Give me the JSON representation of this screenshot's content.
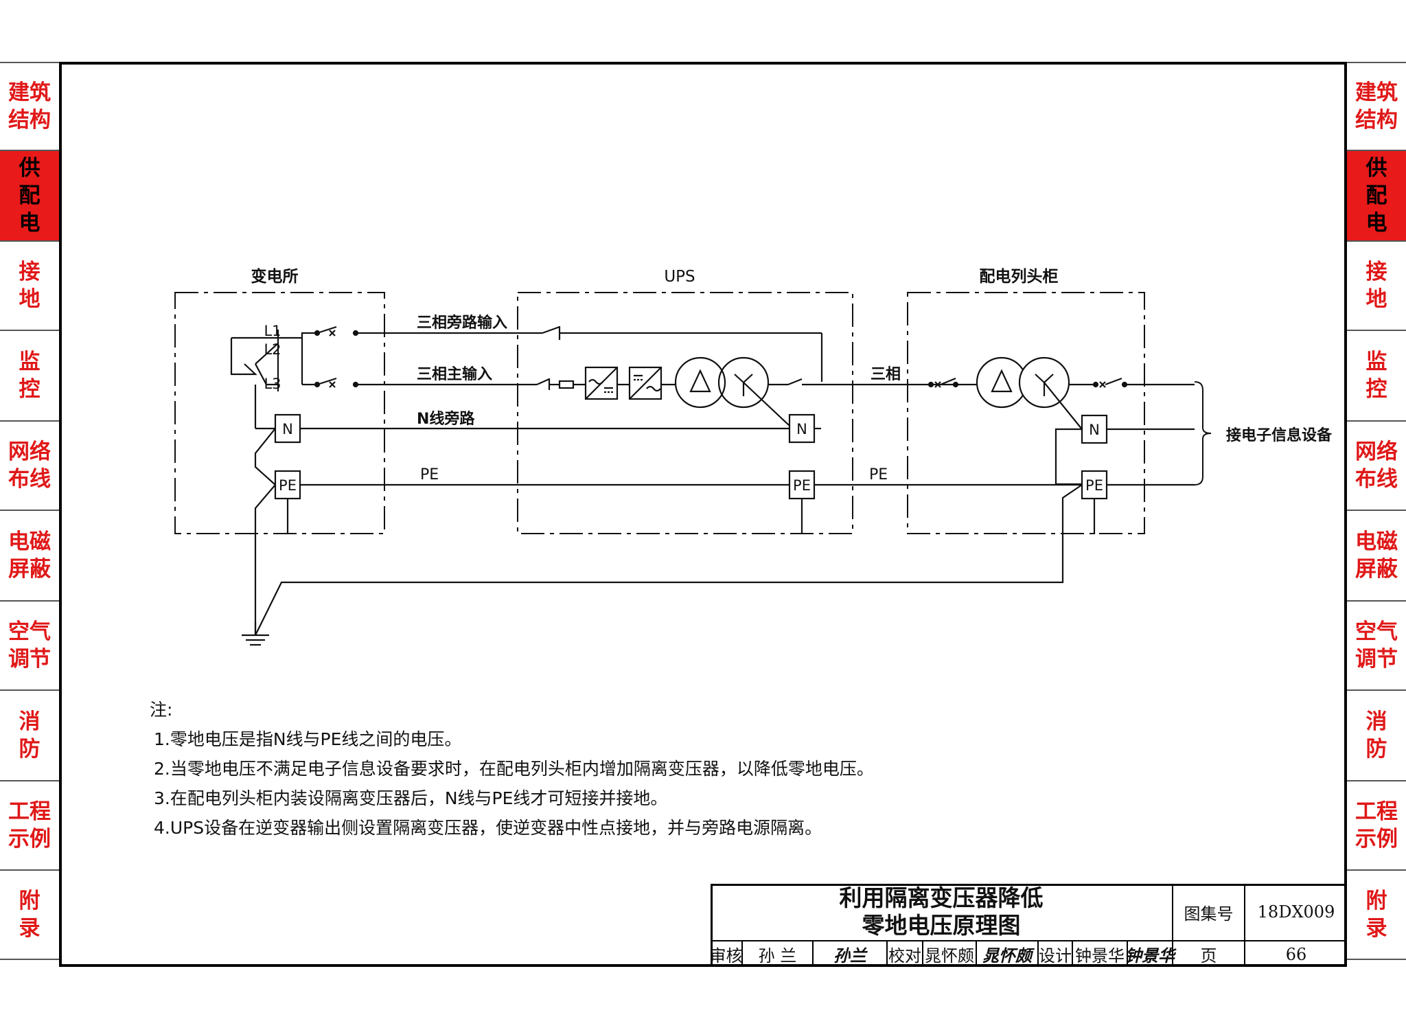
{
  "side_tabs": [
    {
      "label": "建筑\n结构",
      "active": false
    },
    {
      "label": "供\n配\n电",
      "active": true
    },
    {
      "label": "接\n地",
      "active": false
    },
    {
      "label": "监\n控",
      "active": false
    },
    {
      "label": "网络\n布线",
      "active": false
    },
    {
      "label": "电磁\n屏蔽",
      "active": false
    },
    {
      "label": "空气\n调节",
      "active": false
    },
    {
      "label": "消\n防",
      "active": false
    },
    {
      "label": "工程\n示例",
      "active": false
    },
    {
      "label": "附\n录",
      "active": false
    }
  ],
  "diagram": {
    "box_substation": "变电所",
    "box_ups": "UPS",
    "box_cabinet": "配电列头柜",
    "phase_l1": "L1",
    "phase_l2": "L2",
    "phase_l3": "L3",
    "line_bypass": "三相旁路输入",
    "line_main": "三相主输入",
    "line_n_bypass": "N线旁路",
    "line_pe": "PE",
    "line_three_phase": "三相",
    "line_pe2": "PE",
    "terminal_n": "N",
    "terminal_pe": "PE",
    "output_label": "接电子信息设备"
  },
  "notes": {
    "title": "注:",
    "items": [
      "1.零地电压是指N线与PE线之间的电压。",
      "2.当零地电压不满足电子信息设备要求时，在配电列头柜内增加隔离变压器，以降低零地电压。",
      "3.在配电列头柜内装设隔离变压器后，N线与PE线才可短接并接地。",
      "4.UPS设备在逆变器输出侧设置隔离变压器，使逆变器中性点接地，并与旁路电源隔离。"
    ]
  },
  "title_block": {
    "title_line1": "利用隔离变压器降低",
    "title_line2": "零地电压原理图",
    "atlas_label": "图集号",
    "atlas_no": "18DX009",
    "review_label": "审核",
    "reviewer": "孙 兰",
    "reviewer_sig": "孙兰",
    "check_label": "校对",
    "checker": "晁怀颇",
    "checker_sig": "晁怀颇",
    "design_label": "设计",
    "designer": "钟景华",
    "designer_sig": "钟景华",
    "page_label": "页",
    "page_no": "66"
  }
}
